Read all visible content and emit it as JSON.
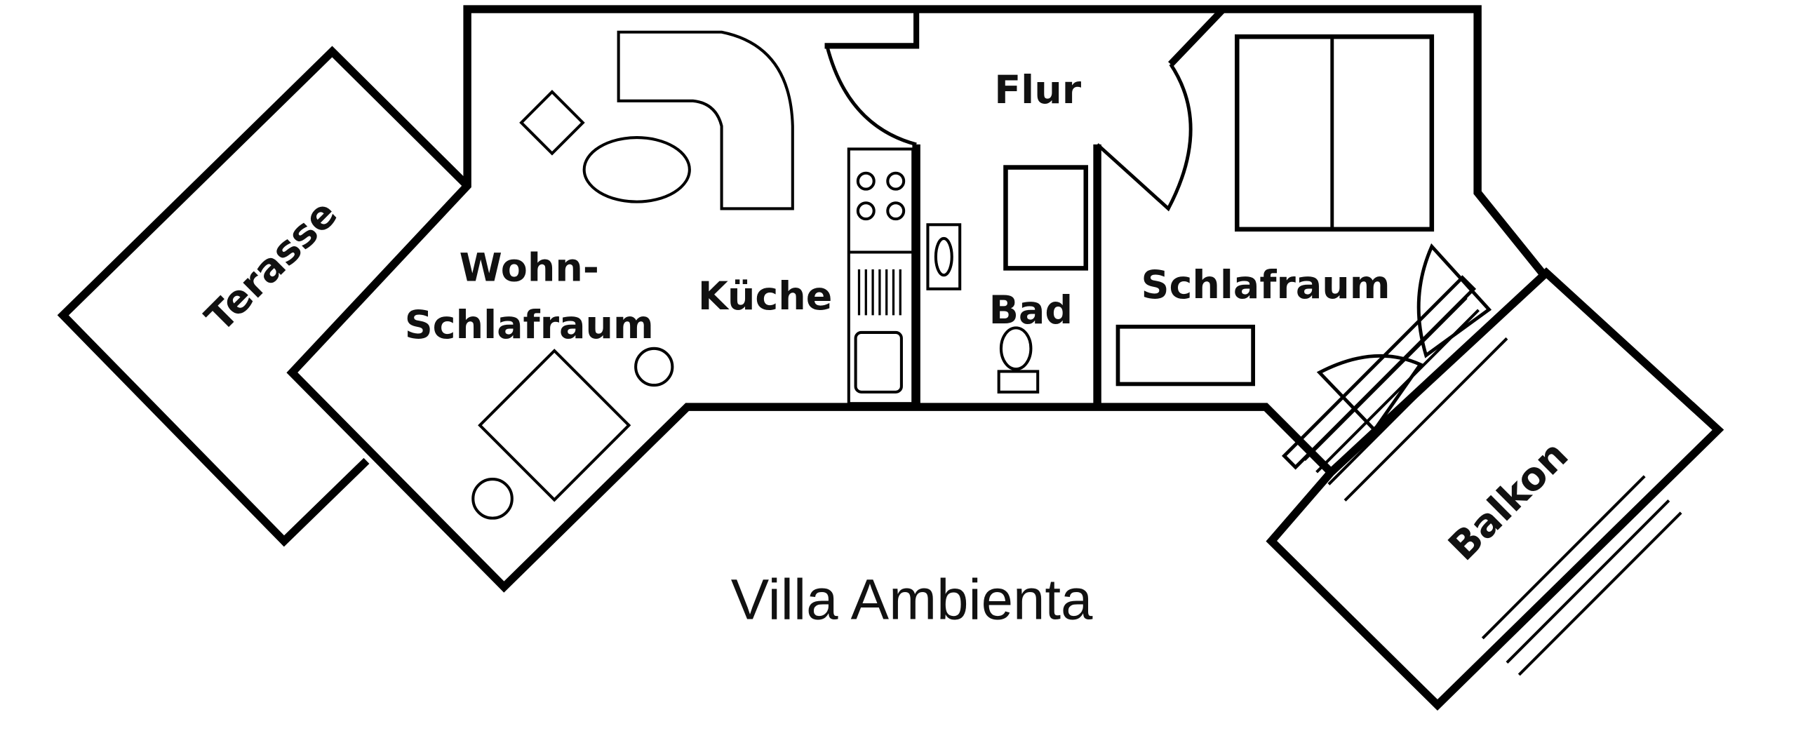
{
  "title": "Villa Ambienta",
  "rooms": {
    "terrace": "Terasse",
    "living_line1": "Wohn-",
    "living_line2": "Schlafraum",
    "kitchen": "Küche",
    "hall": "Flur",
    "bath": "Bad",
    "bedroom": "Schlafraum",
    "balcony": "Balkon"
  },
  "colors": {
    "line": "#000000",
    "background": "#ffffff"
  }
}
